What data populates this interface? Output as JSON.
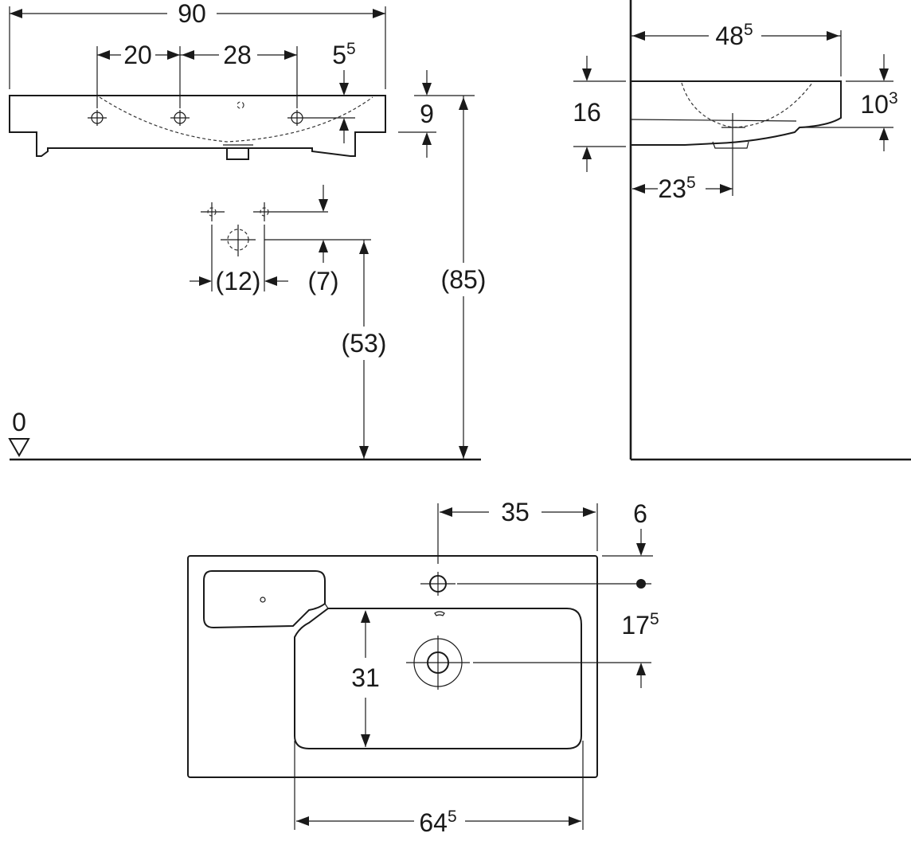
{
  "front_view": {
    "width": {
      "main": "90",
      "sup": ""
    },
    "hole_spacing_left": {
      "main": "20",
      "sup": ""
    },
    "hole_spacing_right": {
      "main": "28",
      "sup": ""
    },
    "edge_offset": {
      "main": "5",
      "sup": "5"
    },
    "rim_height": {
      "main": "9",
      "sup": ""
    },
    "total_height": {
      "main": "(85)",
      "sup": ""
    },
    "drain_height": {
      "main": "(53)",
      "sup": ""
    },
    "drain_spacing": {
      "main": "(12)",
      "sup": ""
    },
    "drain_offset": {
      "main": "(7)",
      "sup": ""
    },
    "floor_label": {
      "main": "0",
      "sup": ""
    }
  },
  "side_view": {
    "depth": {
      "main": "48",
      "sup": "5"
    },
    "height": {
      "main": "16",
      "sup": ""
    },
    "front_height": {
      "main": "10",
      "sup": "3"
    },
    "drain_depth": {
      "main": "23",
      "sup": "5"
    }
  },
  "top_view": {
    "tap_offset": {
      "main": "35",
      "sup": ""
    },
    "tap_edge": {
      "main": "6",
      "sup": ""
    },
    "tap_to_drain": {
      "main": "17",
      "sup": "5"
    },
    "bowl_depth": {
      "main": "31",
      "sup": ""
    },
    "bowl_width": {
      "main": "64",
      "sup": "5"
    }
  }
}
